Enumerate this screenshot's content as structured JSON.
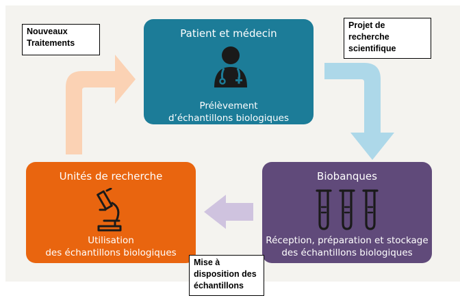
{
  "boxes": {
    "patient": {
      "title": "Patient et médecin",
      "caption_line1": "Prélèvement",
      "caption_line2": "d’échantillons biologiques",
      "color": "#1c7c98",
      "icon": "doctor-icon"
    },
    "unites": {
      "title": "Unités de recherche",
      "caption_line1": "Utilisation",
      "caption_line2": "des échantillons biologiques",
      "color": "#e9650f",
      "icon": "microscope-icon"
    },
    "biobanques": {
      "title": "Biobanques",
      "caption_line1": "Réception, préparation et stockage",
      "caption_line2": "des échantillons biologiques",
      "color": "#604a7a",
      "icon": "test-tubes-icon"
    }
  },
  "notes": {
    "nouveaux": {
      "line1": "Nouveaux",
      "line2": "Traitements"
    },
    "projet": {
      "line1": "Projet de",
      "line2": "recherche",
      "line3": "scientifique"
    },
    "mise": {
      "line1": "Mise à",
      "line2": "disposition des",
      "line3": "échantillons"
    }
  },
  "arrows": {
    "left_up_color": "#fbd2b4",
    "right_down_color": "#add8e9",
    "bottom_left_color": "#cfc3df"
  }
}
